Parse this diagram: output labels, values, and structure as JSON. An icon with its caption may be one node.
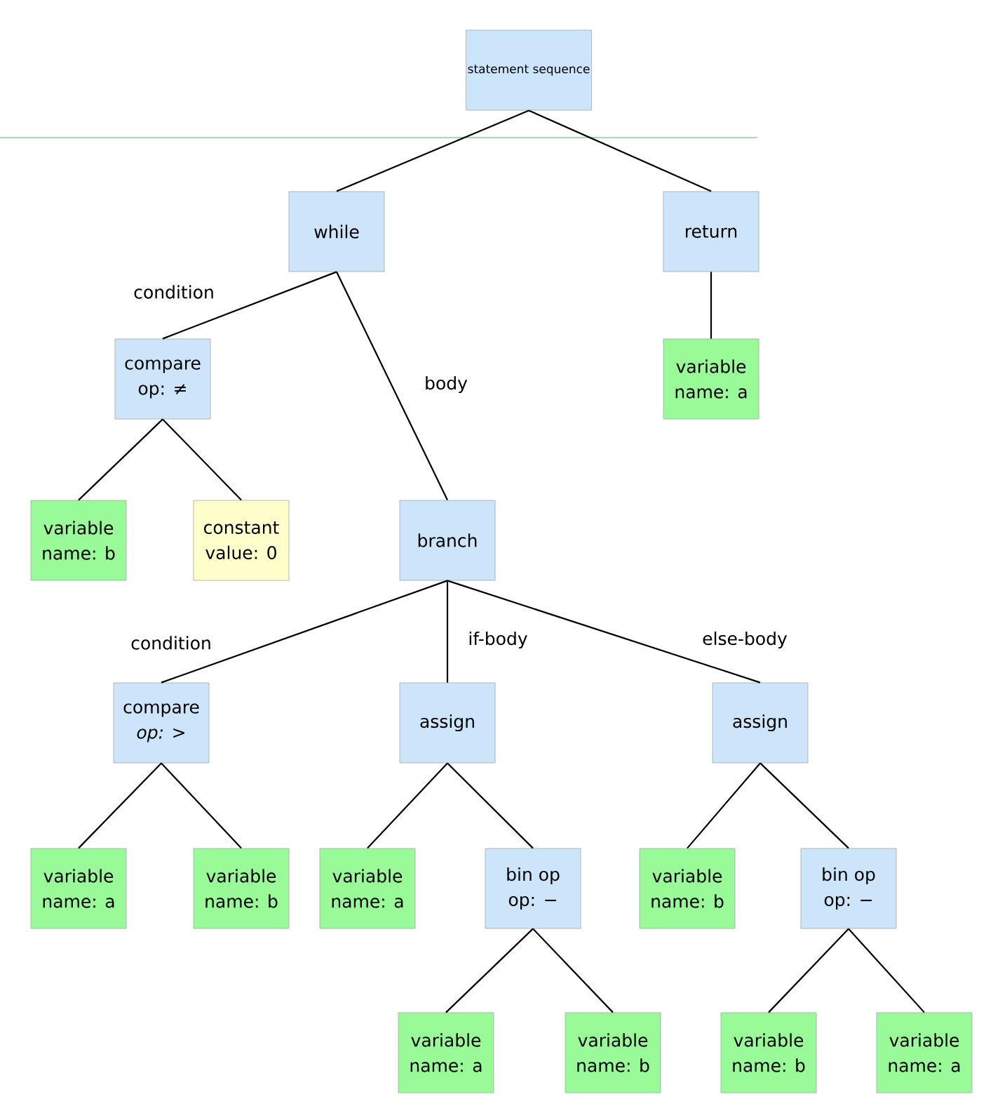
{
  "diagram": {
    "nodes": [
      {
        "text": [
          "statement sequence"
        ]
      },
      {
        "text": [
          "while"
        ]
      },
      {
        "text": [
          "return"
        ]
      },
      {
        "text": [
          "compare",
          "op: ≠"
        ]
      },
      {
        "text": [
          "variable",
          "name: a"
        ]
      },
      {
        "text": [
          "variable",
          "name: b"
        ]
      },
      {
        "text": [
          "constant",
          "value: 0"
        ]
      },
      {
        "text": [
          "branch"
        ]
      },
      {
        "text": [
          "compare",
          "op: >"
        ]
      },
      {
        "text": [
          "assign"
        ]
      },
      {
        "text": [
          "assign"
        ]
      },
      {
        "text": [
          "variable",
          "name: a"
        ]
      },
      {
        "text": [
          "variable",
          "name: b"
        ]
      },
      {
        "text": [
          "variable",
          "name: a"
        ]
      },
      {
        "text": [
          "bin op",
          "op: −"
        ]
      },
      {
        "text": [
          "variable",
          "name: b"
        ]
      },
      {
        "text": [
          "bin op",
          "op: −"
        ]
      },
      {
        "text": [
          "variable",
          "name: a"
        ]
      },
      {
        "text": [
          "variable",
          "name: b"
        ]
      },
      {
        "text": [
          "variable",
          "name: b"
        ]
      },
      {
        "text": [
          "variable",
          "name: a"
        ]
      }
    ],
    "edges": [
      {
        "from": 0,
        "to": 1,
        "arrow": "none"
      },
      {
        "from": 0,
        "to": 2,
        "arrow": "none"
      },
      {
        "from": 1,
        "to": 3,
        "arrow": "none",
        "label": "condition"
      },
      {
        "from": 1,
        "to": 7,
        "arrow": "none",
        "label": "body"
      },
      {
        "from": 2,
        "to": 4,
        "arrow": "none"
      },
      {
        "from": 3,
        "to": 5,
        "arrow": "none"
      },
      {
        "from": 3,
        "to": 6,
        "arrow": "none"
      },
      {
        "from": 7,
        "to": 8,
        "arrow": "none",
        "label": "condition"
      },
      {
        "from": 7,
        "to": 9,
        "arrow": "none",
        "label": "if-body"
      },
      {
        "from": 7,
        "to": 10,
        "arrow": "none",
        "label": "else-body"
      },
      {
        "from": 8,
        "to": 11,
        "arrow": "none"
      },
      {
        "from": 8,
        "to": 12,
        "arrow": "none"
      },
      {
        "from": 9,
        "to": 13,
        "arrow": "none"
      },
      {
        "from": 9,
        "to": 14,
        "arrow": "none"
      },
      {
        "from": 10,
        "to": 15,
        "arrow": "none"
      },
      {
        "from": 10,
        "to": 16,
        "arrow": "none"
      },
      {
        "from": 14,
        "to": 17,
        "arrow": "none"
      },
      {
        "from": 14,
        "to": 18,
        "arrow": "none"
      },
      {
        "from": 16,
        "to": 19,
        "arrow": "none"
      },
      {
        "from": 16,
        "to": 20,
        "arrow": "none"
      }
    ]
  }
}
